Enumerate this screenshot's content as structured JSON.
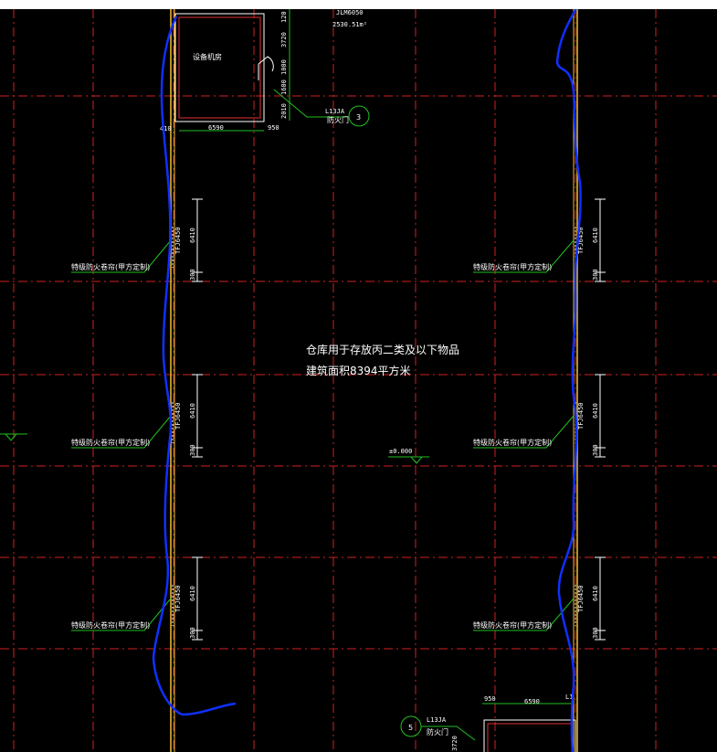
{
  "canvas": {
    "background": "#000000",
    "grid_color": "#d02020",
    "wall_color": "#f0c030",
    "markup_color": "#1030ff",
    "dim_color": "#ffffff",
    "leader_color": "#20c020"
  },
  "header": {
    "code": "JLM6050",
    "area": "2530.51m²"
  },
  "room_top": {
    "label": "设备机房",
    "width_dim": "6590",
    "side_dim": "950",
    "left_dim": "410"
  },
  "room_bottom": {
    "width_dim": "6590",
    "side_dim": "950",
    "right_dim": "L1"
  },
  "dims_top_right": [
    "120",
    "3720",
    "1000",
    "1600",
    "2010"
  ],
  "door_top": {
    "code": "L13JA",
    "label": "防火门",
    "circle": "3"
  },
  "door_bottom": {
    "code": "L13JA",
    "label": "防火门",
    "circle": "5",
    "dim": "3720"
  },
  "shutter": {
    "code": "TFJ6450",
    "span": "6410",
    "gap": "300",
    "label": "特级防火卷帘(甲方定制)"
  },
  "main_note": {
    "line1": "仓库用于存放丙二类及以下物品",
    "line2": "建筑面积8394平方米"
  },
  "elevation": {
    "label": "±0.000"
  }
}
